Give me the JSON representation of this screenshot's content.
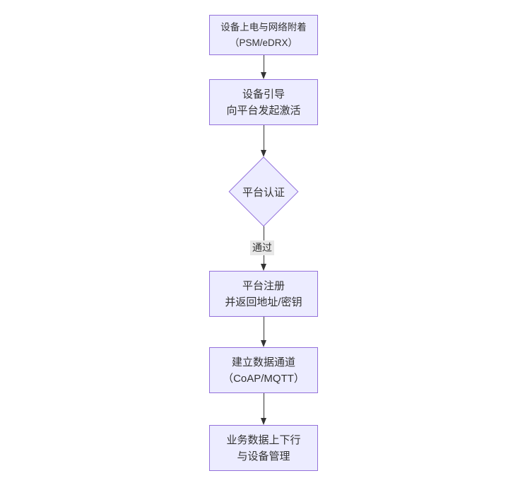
{
  "flowchart": {
    "background": "#ffffff",
    "colors": {
      "node_fill": "#ECECFF",
      "node_border": "#9370DB",
      "text": "#333333",
      "arrow": "#333333",
      "edge_label_bg": "#e8e8e8"
    },
    "nodes": [
      {
        "id": "power-attach",
        "shape": "rect",
        "lines": [
          "设备上电与网络附着",
          "（PSM/eDRX）"
        ]
      },
      {
        "id": "bootstrap",
        "shape": "rect",
        "lines": [
          "设备引导",
          "向平台发起激活"
        ]
      },
      {
        "id": "platform-auth",
        "shape": "diamond",
        "lines": [
          "平台认证"
        ]
      },
      {
        "id": "register",
        "shape": "rect",
        "lines": [
          "平台注册",
          "并返回地址/密钥"
        ]
      },
      {
        "id": "data-channel",
        "shape": "rect",
        "lines": [
          "建立数据通道",
          "（CoAP/MQTT）"
        ]
      },
      {
        "id": "business",
        "shape": "rect",
        "lines": [
          "业务数据上下行",
          "与设备管理"
        ]
      }
    ],
    "edges": [
      {
        "from": "power-attach",
        "to": "bootstrap"
      },
      {
        "from": "bootstrap",
        "to": "platform-auth"
      },
      {
        "from": "platform-auth",
        "to": "register",
        "label": "通过"
      },
      {
        "from": "register",
        "to": "data-channel"
      },
      {
        "from": "data-channel",
        "to": "business"
      }
    ]
  }
}
